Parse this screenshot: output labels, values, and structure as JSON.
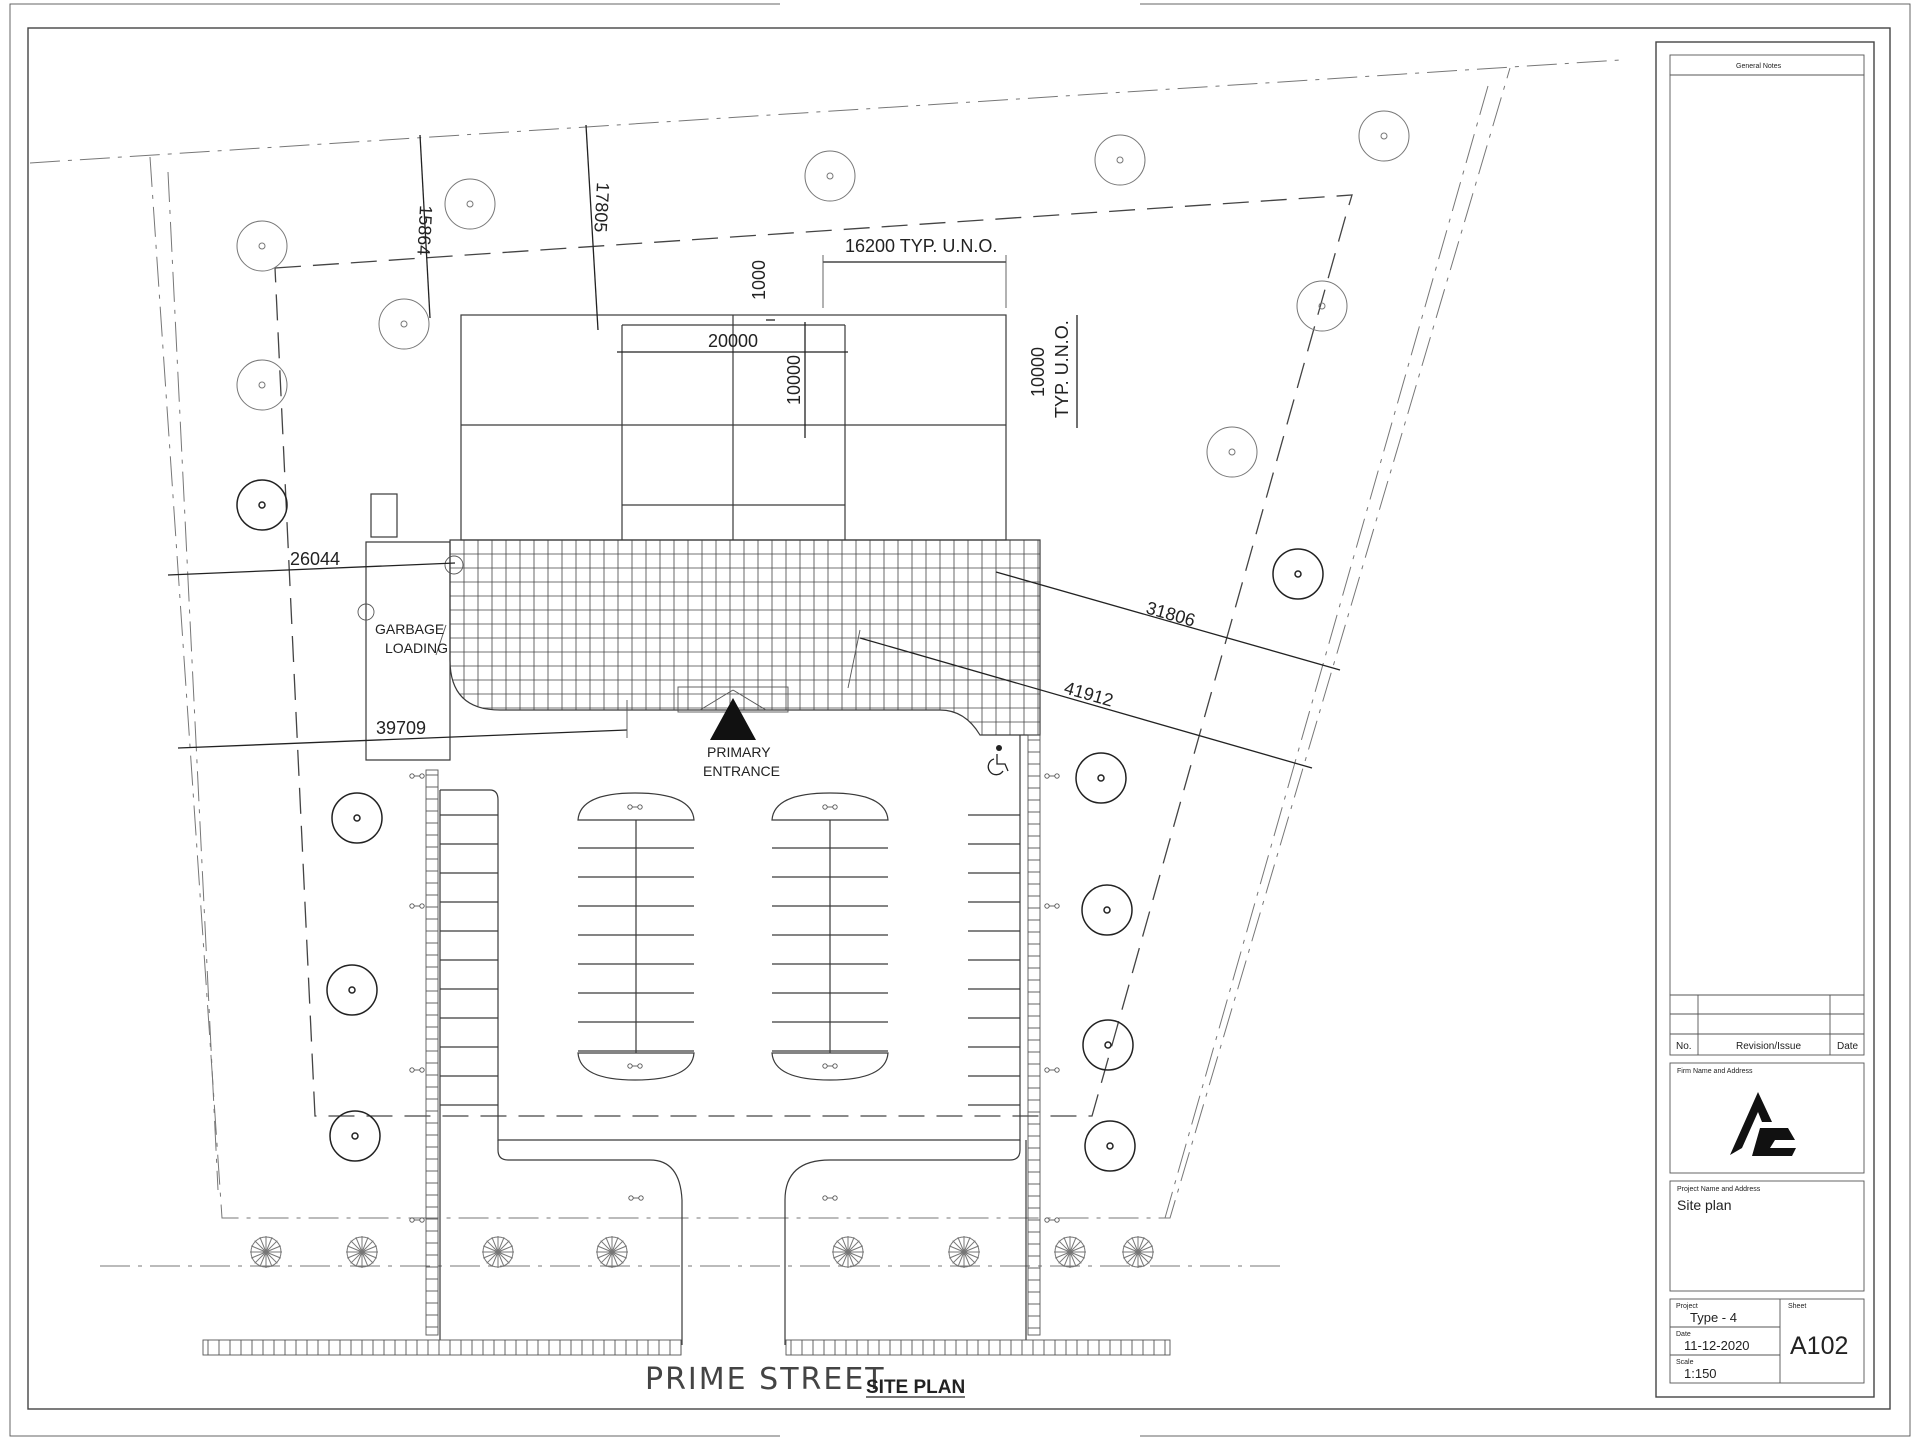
{
  "drawing": {
    "street_label": "PRIME STREET",
    "plan_title": "SITE PLAN",
    "entrance_label_line1": "PRIMARY",
    "entrance_label_line2": "ENTRANCE",
    "garbage_label_line1": "GARBAGE",
    "garbage_label_line2": "LOADING",
    "dimensions": {
      "d15864": "15864",
      "d17805": "17805",
      "d1000": "1000",
      "d16200": "16200  TYP.  U.N.O.",
      "d20000": "20000",
      "d10000_inner": "10000",
      "d10000_right_a": "10000",
      "d10000_right_b": "TYP.  U.N.O.",
      "d26044": "26044",
      "d31806": "31806",
      "d41912": "41912",
      "d39709": "39709"
    }
  },
  "title_block": {
    "general_notes": "General  Notes",
    "revision_no": "No.",
    "revision_issue": "Revision/Issue",
    "revision_date": "Date",
    "firm_label": "Firm  Name  and  Address",
    "project_name_label": "Project  Name  and  Address",
    "project_name_value": "Site plan",
    "project_label": "Project",
    "project_value": "Type - 4",
    "sheet_label": "Sheet",
    "sheet_value": "A102",
    "date_label": "Date",
    "date_value": "11-12-2020",
    "scale_label": "Scale",
    "scale_value": "1:150"
  }
}
